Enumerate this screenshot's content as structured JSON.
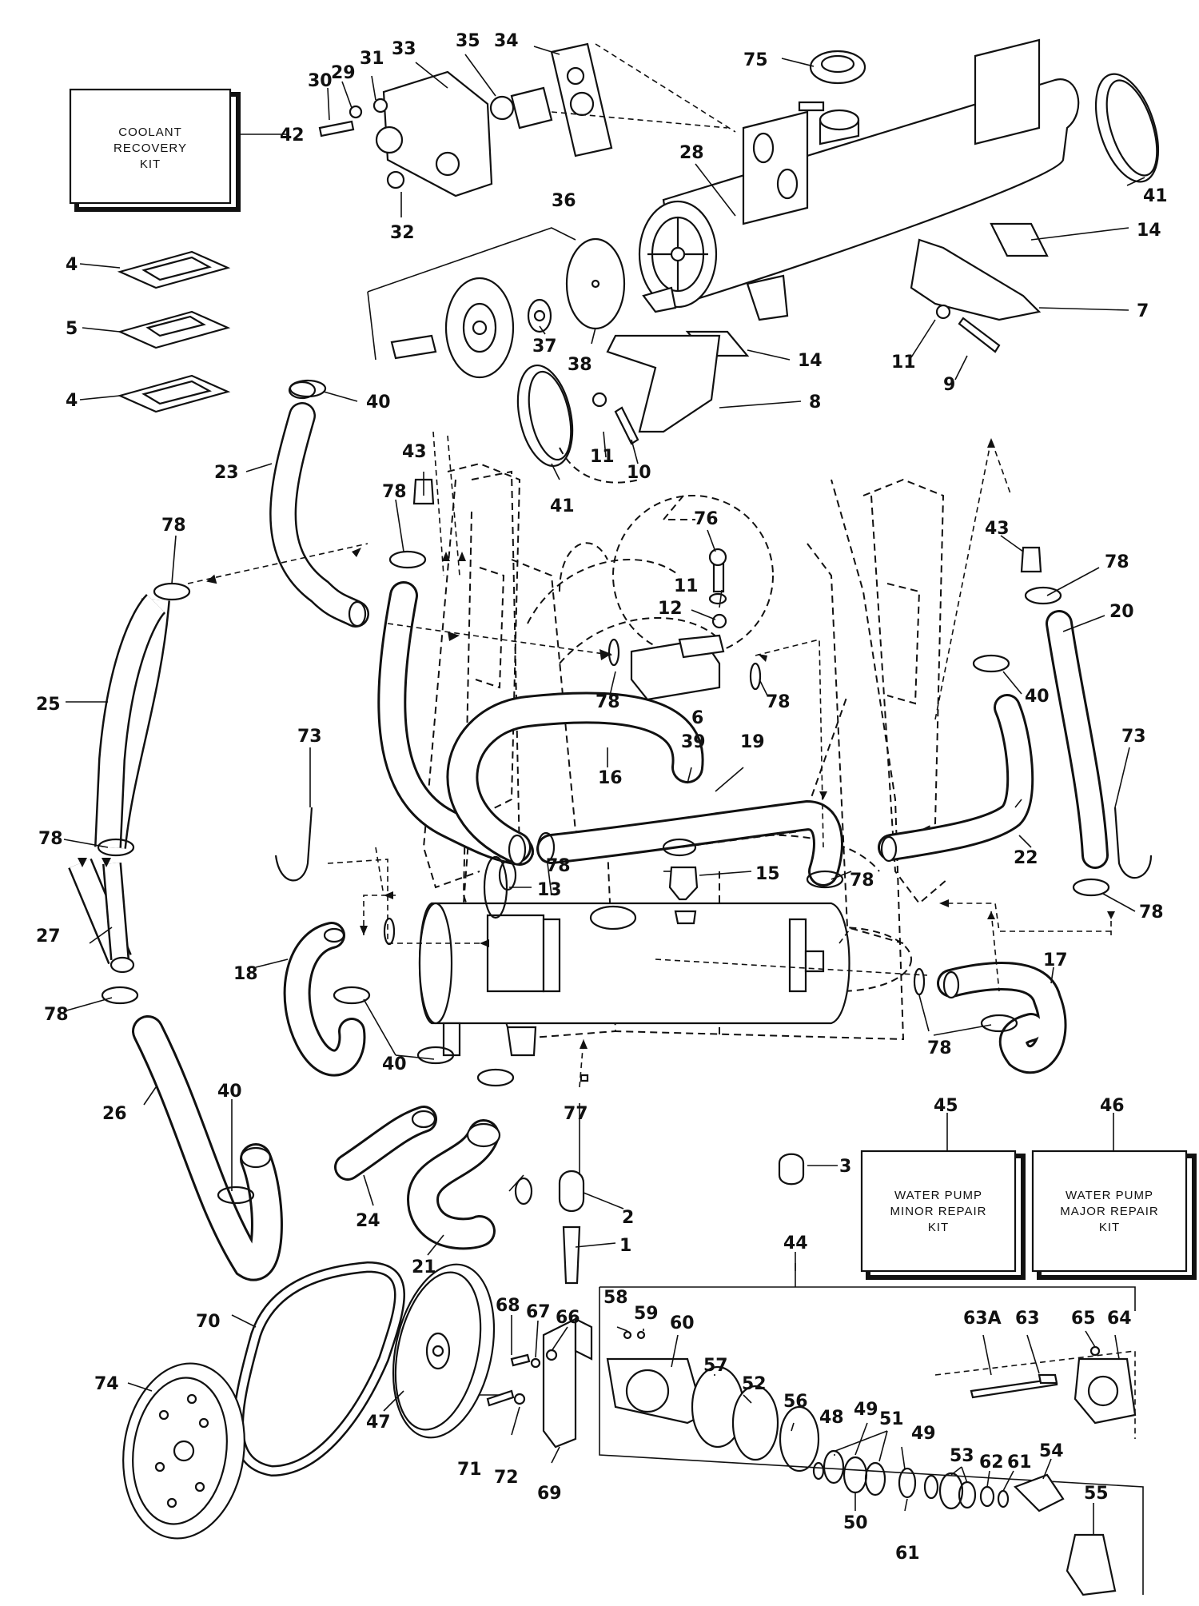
{
  "kits": {
    "coolant": [
      "COOLANT",
      "RECOVERY",
      "KIT"
    ],
    "minor": [
      "WATER PUMP",
      "MINOR REPAIR",
      "KIT"
    ],
    "major": [
      "WATER PUMP",
      "MAJOR REPAIR",
      "KIT"
    ]
  },
  "labels": [
    {
      "id": "l30",
      "text": "30"
    },
    {
      "id": "l29",
      "text": "29"
    },
    {
      "id": "l31",
      "text": "31"
    },
    {
      "id": "l33",
      "text": "33"
    },
    {
      "id": "l35",
      "text": "35"
    },
    {
      "id": "l34",
      "text": "34"
    },
    {
      "id": "l75",
      "text": "75"
    },
    {
      "id": "l42",
      "text": "42"
    },
    {
      "id": "l32",
      "text": "32"
    },
    {
      "id": "l28",
      "text": "28"
    },
    {
      "id": "l41a",
      "text": "41"
    },
    {
      "id": "l36",
      "text": "36"
    },
    {
      "id": "l14a",
      "text": "14"
    },
    {
      "id": "l4a",
      "text": "4"
    },
    {
      "id": "l5",
      "text": "5"
    },
    {
      "id": "l4b",
      "text": "4"
    },
    {
      "id": "l7",
      "text": "7"
    },
    {
      "id": "l37",
      "text": "37"
    },
    {
      "id": "l38",
      "text": "38"
    },
    {
      "id": "l14b",
      "text": "14"
    },
    {
      "id": "l11a",
      "text": "11"
    },
    {
      "id": "l9",
      "text": "9"
    },
    {
      "id": "l40a",
      "text": "40"
    },
    {
      "id": "l8",
      "text": "8"
    },
    {
      "id": "l11b",
      "text": "11"
    },
    {
      "id": "l10",
      "text": "10"
    },
    {
      "id": "l23",
      "text": "23"
    },
    {
      "id": "l43a",
      "text": "43"
    },
    {
      "id": "l41b",
      "text": "41"
    },
    {
      "id": "l78a",
      "text": "78"
    },
    {
      "id": "l78b",
      "text": "78"
    },
    {
      "id": "l76",
      "text": "76"
    },
    {
      "id": "l43b",
      "text": "43"
    },
    {
      "id": "l78c",
      "text": "78"
    },
    {
      "id": "l11c",
      "text": "11"
    },
    {
      "id": "l12",
      "text": "12"
    },
    {
      "id": "l20",
      "text": "20"
    },
    {
      "id": "l25",
      "text": "25"
    },
    {
      "id": "l40b",
      "text": "40"
    },
    {
      "id": "l78d",
      "text": "78"
    },
    {
      "id": "l6",
      "text": "6"
    },
    {
      "id": "l78e",
      "text": "78"
    },
    {
      "id": "l73a",
      "text": "73"
    },
    {
      "id": "l73b",
      "text": "73"
    },
    {
      "id": "l39",
      "text": "39"
    },
    {
      "id": "l19",
      "text": "19"
    },
    {
      "id": "l16",
      "text": "16"
    },
    {
      "id": "l78f",
      "text": "78"
    },
    {
      "id": "l15",
      "text": "15"
    },
    {
      "id": "l22",
      "text": "22"
    },
    {
      "id": "l78g",
      "text": "78"
    },
    {
      "id": "l13",
      "text": "13"
    },
    {
      "id": "l78h",
      "text": "78"
    },
    {
      "id": "l78i",
      "text": "78"
    },
    {
      "id": "l27",
      "text": "27"
    },
    {
      "id": "l18",
      "text": "18"
    },
    {
      "id": "l17",
      "text": "17"
    },
    {
      "id": "l78j",
      "text": "78"
    },
    {
      "id": "l78k",
      "text": "78"
    },
    {
      "id": "l40c",
      "text": "40"
    },
    {
      "id": "l40d",
      "text": "40"
    },
    {
      "id": "l26",
      "text": "26"
    },
    {
      "id": "l77",
      "text": "77"
    },
    {
      "id": "l45",
      "text": "45"
    },
    {
      "id": "l46",
      "text": "46"
    },
    {
      "id": "l3",
      "text": "3"
    },
    {
      "id": "l24",
      "text": "24"
    },
    {
      "id": "l2",
      "text": "2"
    },
    {
      "id": "l1",
      "text": "1"
    },
    {
      "id": "l21",
      "text": "21"
    },
    {
      "id": "l44",
      "text": "44"
    },
    {
      "id": "l68",
      "text": "68"
    },
    {
      "id": "l67",
      "text": "67"
    },
    {
      "id": "l66",
      "text": "66"
    },
    {
      "id": "l58",
      "text": "58"
    },
    {
      "id": "l59",
      "text": "59"
    },
    {
      "id": "l63a",
      "text": "63A"
    },
    {
      "id": "l63",
      "text": "63"
    },
    {
      "id": "l65",
      "text": "65"
    },
    {
      "id": "l64",
      "text": "64"
    },
    {
      "id": "l70",
      "text": "70"
    },
    {
      "id": "l60",
      "text": "60"
    },
    {
      "id": "l57",
      "text": "57"
    },
    {
      "id": "l52",
      "text": "52"
    },
    {
      "id": "l56",
      "text": "56"
    },
    {
      "id": "l48",
      "text": "48"
    },
    {
      "id": "l49a",
      "text": "49"
    },
    {
      "id": "l51",
      "text": "51"
    },
    {
      "id": "l49b",
      "text": "49"
    },
    {
      "id": "l74",
      "text": "74"
    },
    {
      "id": "l47",
      "text": "47"
    },
    {
      "id": "l71",
      "text": "71"
    },
    {
      "id": "l72",
      "text": "72"
    },
    {
      "id": "l69",
      "text": "69"
    },
    {
      "id": "l53",
      "text": "53"
    },
    {
      "id": "l62",
      "text": "62"
    },
    {
      "id": "l61a",
      "text": "61"
    },
    {
      "id": "l54",
      "text": "54"
    },
    {
      "id": "l55",
      "text": "55"
    },
    {
      "id": "l50",
      "text": "50"
    },
    {
      "id": "l61b",
      "text": "61"
    }
  ]
}
